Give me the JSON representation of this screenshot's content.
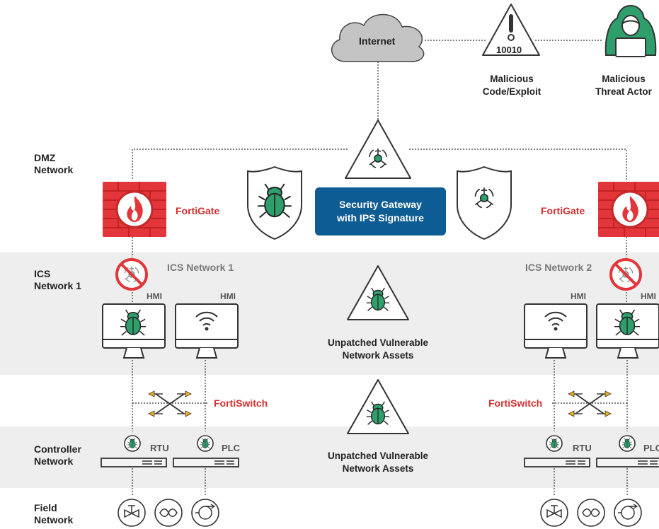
{
  "colors": {
    "brand_red": "#d32f2f",
    "gateway_blue": "#0d5c94",
    "bug_green": "#2e9e6b",
    "band_gray": "#eeeeee"
  },
  "internet": {
    "label": "Internet"
  },
  "threats": [
    {
      "label": "Malicious\nCode/Exploit",
      "icon": "warning-binary-icon",
      "code": "10010"
    },
    {
      "label": "Malicious\nThreat Actor",
      "icon": "hooded-hacker-icon"
    }
  ],
  "zones": {
    "dmz": "DMZ\nNetwork",
    "ics": "ICS\nNetwork 1",
    "controller": "Controller\nNetwork",
    "field": "Field\nNetwork"
  },
  "gateway": {
    "label": "Security Gateway\nwith IPS Signature"
  },
  "firewall_label": "FortiGate",
  "switch_label": "FortiSwitch",
  "ics_networks": [
    "ICS Network 1",
    "ICS Network 2"
  ],
  "hmi_label": "HMI",
  "controllers": {
    "rtu": "RTU",
    "plc": "PLC"
  },
  "vulnerable_label": "Unpatched Vulnerable\nNetwork Assets"
}
